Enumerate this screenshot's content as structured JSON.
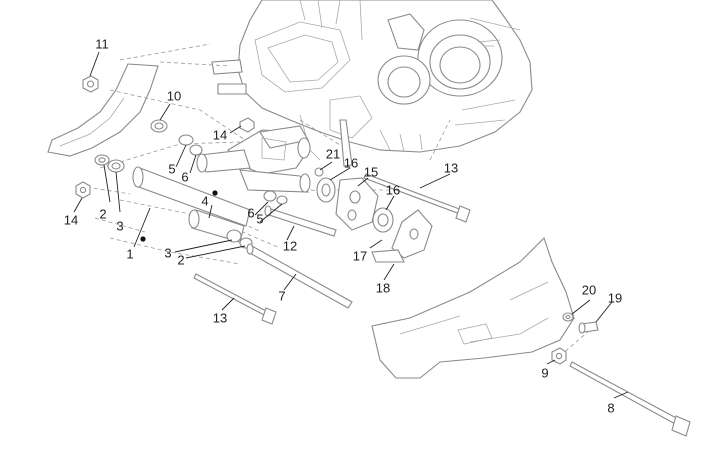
{
  "callouts": {
    "c1": "1",
    "c2a": "2",
    "c2b": "2",
    "c3a": "3",
    "c3b": "3",
    "c4": "4",
    "c5a": "5",
    "c5b": "5",
    "c6a": "6",
    "c6b": "6",
    "c7": "7",
    "c8": "8",
    "c9": "9",
    "c10": "10",
    "c11": "11",
    "c12": "12",
    "c13a": "13",
    "c13b": "13",
    "c14a": "14",
    "c14b": "14",
    "c15": "15",
    "c16a": "16",
    "c16b": "16",
    "c17": "17",
    "c18": "18",
    "c19": "19",
    "c20": "20",
    "c21": "21"
  },
  "colors": {
    "line": "#8a8a8a",
    "callout_text": "#222222",
    "background": "#ffffff"
  }
}
